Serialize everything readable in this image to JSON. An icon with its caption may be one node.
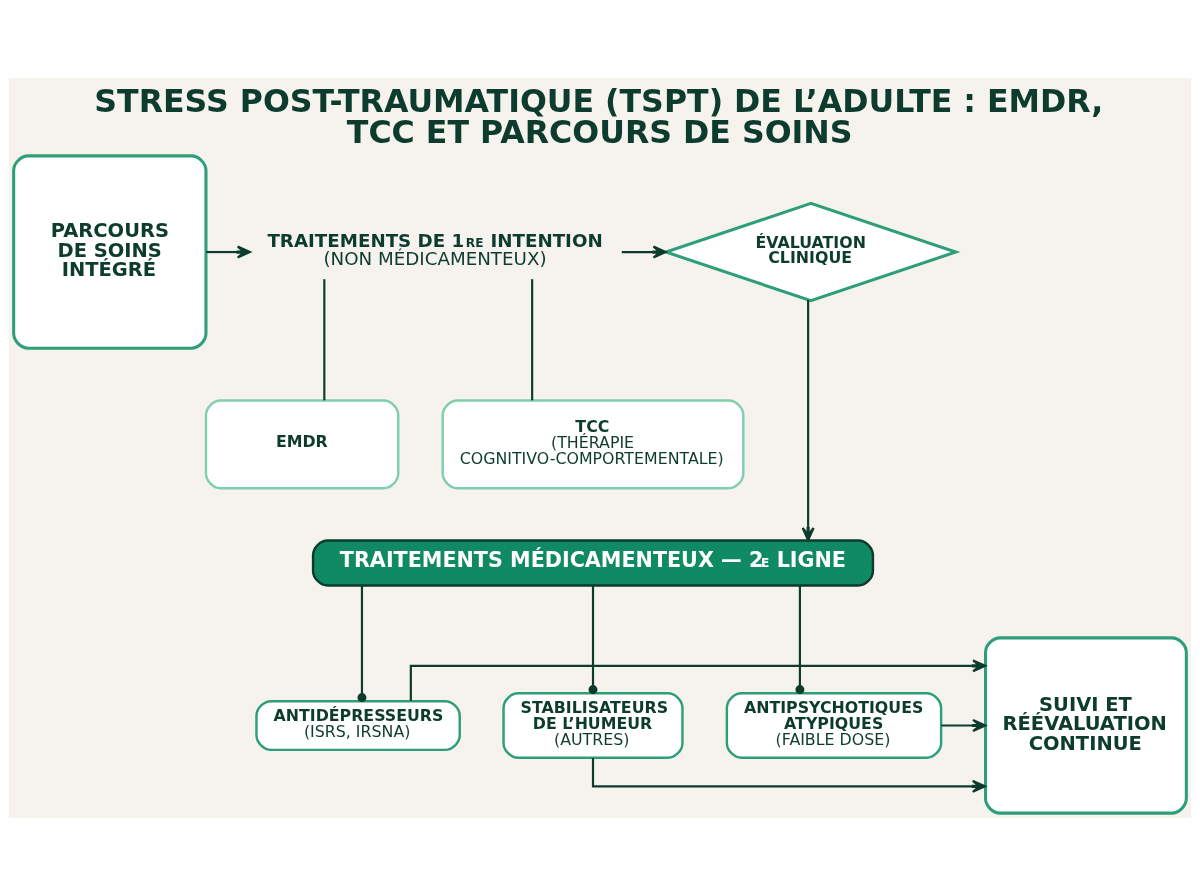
{
  "diagram": {
    "title": "STRESS POST-TRAUMATIQUE (TSPT) DE L’ADULTE : EMDR, TCC ET PARCOURS DE SOINS",
    "nodes": [
      {
        "text": [
          "PARCOURS DE SOINS INTÉGRÉ"
        ]
      },
      {
        "text": [
          "TRAITEMENTS DE 1$^{RE}$ INTENTION",
          "(NON MÉDICAMENTEUX)"
        ]
      },
      {
        "text": [
          "EMDR"
        ]
      },
      {
        "text": [
          "TCC",
          "(THÉRAPIE COGNITIVO-COMPORTEMENTALE)"
        ]
      },
      {
        "text": [
          "ÉVALUATION CLINIQUE"
        ]
      },
      {
        "text": [
          "TRAITEMENTS MÉDICAMENTEUX — 2$^{E}$ LIGNE"
        ]
      },
      {
        "text": [
          "ANTIDÉPRESSEURS",
          "(ISRS, IRSNA)"
        ]
      },
      {
        "text": [
          "STABILISATEURS DE L’HUMEUR",
          "(AUTRES)"
        ]
      },
      {
        "text": [
          "ANTIPSYCHOTIQUES ATYPIQUES",
          "(FAIBLE DOSE)"
        ]
      },
      {
        "text": [
          "SUIVI ET RÉÉVALUATION CONTINUE"
        ]
      }
    ],
    "edges": [
      {
        "from": 0,
        "to": 1,
        "arrow": "to"
      },
      {
        "from": 1,
        "to": 2,
        "arrow": "none"
      },
      {
        "from": 1,
        "to": 3,
        "arrow": "none"
      },
      {
        "from": 1,
        "to": 4,
        "arrow": "to"
      },
      {
        "from": 4,
        "to": 5,
        "arrow": "to"
      },
      {
        "from": 5,
        "to": 6,
        "arrow": "other"
      },
      {
        "from": 5,
        "to": 7,
        "arrow": "other"
      },
      {
        "from": 5,
        "to": 8,
        "arrow": "other"
      },
      {
        "from": 6,
        "to": 9,
        "arrow": "to"
      },
      {
        "from": 7,
        "to": 9,
        "arrow": "to"
      },
      {
        "from": 8,
        "to": 9,
        "arrow": "to"
      }
    ]
  }
}
